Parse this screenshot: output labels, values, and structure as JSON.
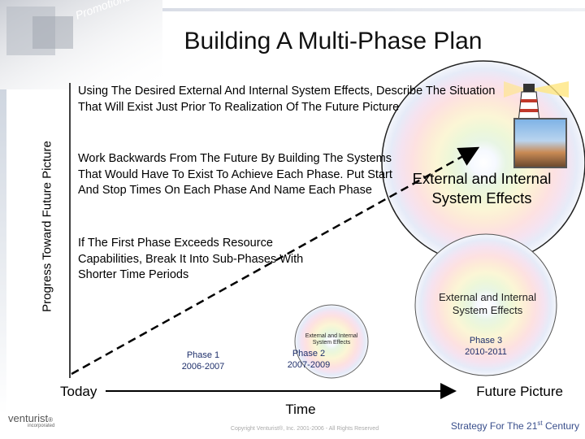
{
  "header": {
    "title": "Building A Multi-Phase Plan",
    "promo_text": "Promotions"
  },
  "axes": {
    "y_label": "Progress Toward Future Picture",
    "x_label": "Time",
    "x_start": "Today",
    "x_end": "Future Picture"
  },
  "steps": [
    "Using The Desired External And Internal System Effects, Describe The Situation That Will Exist Just Prior To Realization Of The Future Picture",
    "Work Backwards From The Future By Building The Systems That Would Have To Exist To Achieve Each Phase.  Put Start And Stop Times On Each Phase And Name Each Phase",
    "If The First Phase Exceeds Resource Capabilities, Break It Into Sub-Phases With Shorter Time Periods"
  ],
  "effects": {
    "main": "External and Internal System Effects",
    "phase3": "External and Internal System Effects",
    "phase2": "External and Internal System Effects"
  },
  "phases": [
    {
      "name": "Phase 1",
      "dates": "2006-2007"
    },
    {
      "name": "Phase 2",
      "dates": "2007-2009"
    },
    {
      "name": "Phase 3",
      "dates": "2010-2011"
    }
  ],
  "logo": {
    "name": "venturist",
    "mark": "®",
    "sub": "incorporated"
  },
  "copyright": "Copyright Venturist®, Inc. 2001-2006 - All Rights Reserved",
  "footer": {
    "prefix": "Strategy For The 21",
    "sup": "st",
    "suffix": " Century"
  },
  "colors": {
    "accent": "#3a4f8c",
    "phase_text": "#1e2f6b"
  }
}
